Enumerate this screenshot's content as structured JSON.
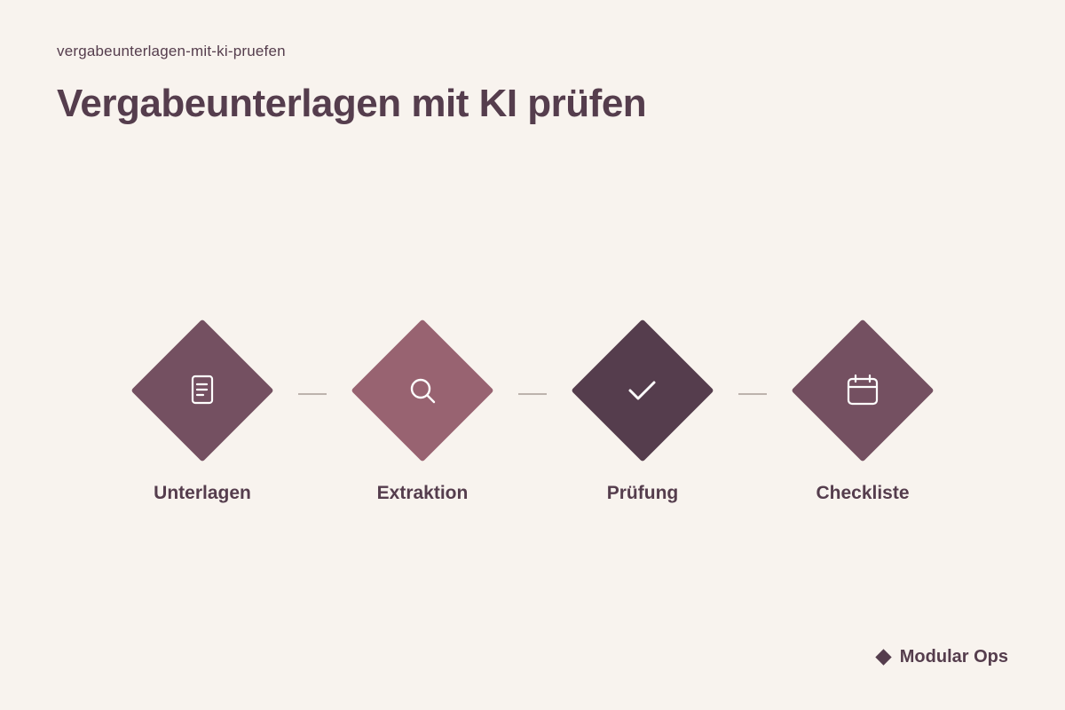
{
  "header": {
    "slug": "vergabeunterlagen-mit-ki-pruefen",
    "title": "Vergabeunterlagen mit KI prüfen"
  },
  "steps": [
    {
      "label": "Unterlagen",
      "icon": "document-icon",
      "color": "#745061"
    },
    {
      "label": "Extraktion",
      "icon": "search-icon",
      "color": "#986371"
    },
    {
      "label": "Prüfung",
      "icon": "check-icon",
      "color": "#553d4d"
    },
    {
      "label": "Checkliste",
      "icon": "calendar-icon",
      "color": "#745061"
    }
  ],
  "connector_color": "#bdb3ad",
  "footer": {
    "brand": "Modular Ops",
    "brand_icon": "diamond-icon"
  },
  "colors": {
    "background": "#f8f3ee",
    "text": "#553d4d"
  }
}
